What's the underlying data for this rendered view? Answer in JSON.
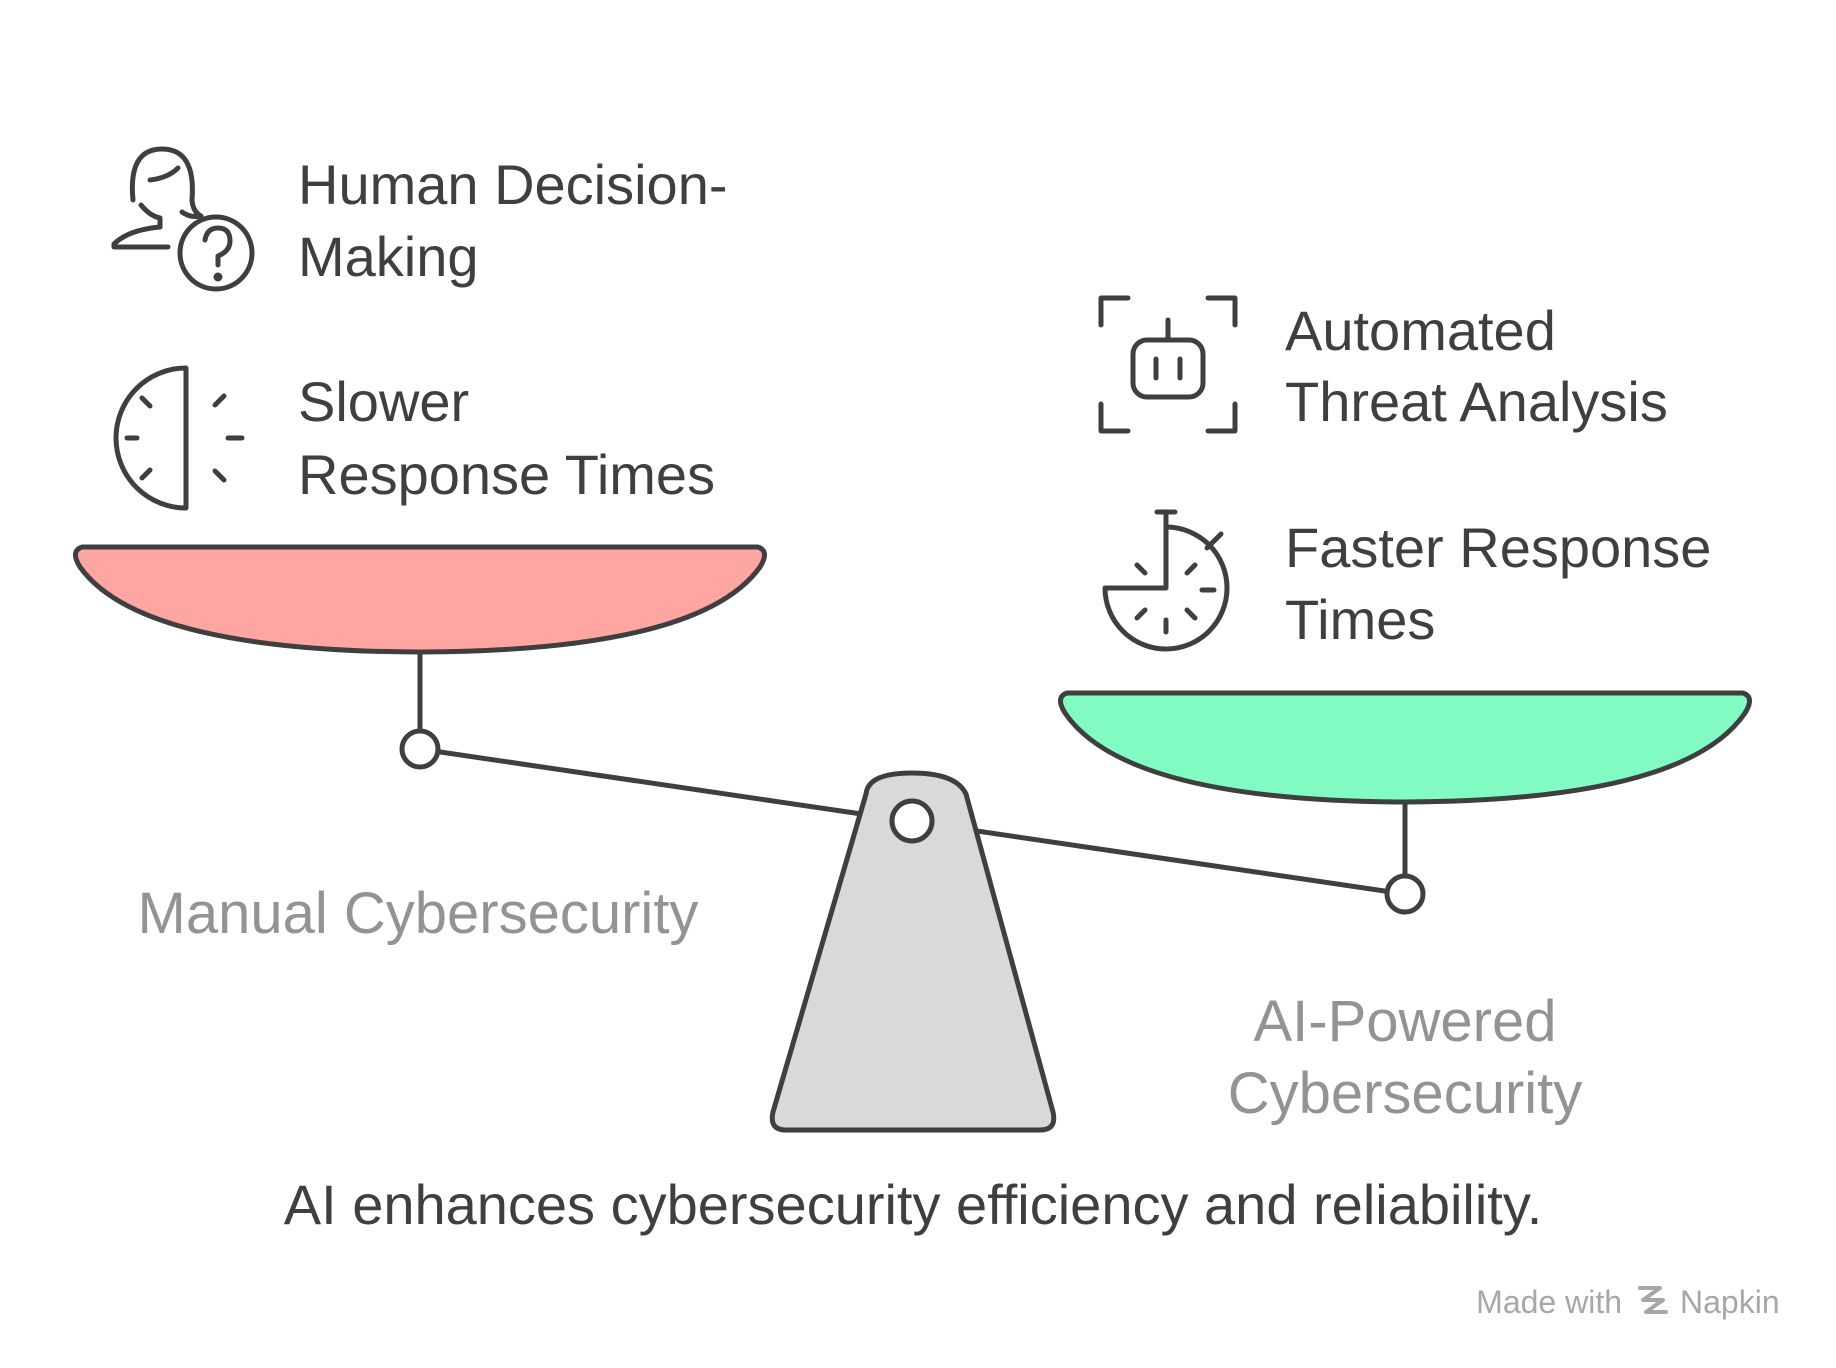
{
  "left_side": {
    "items": [
      {
        "icon": "person-question-icon",
        "lines": [
          "Human Decision-",
          "Making"
        ]
      },
      {
        "icon": "half-clock-icon",
        "lines": [
          "Slower",
          "Response Times"
        ]
      }
    ],
    "label": "Manual Cybersecurity"
  },
  "right_side": {
    "items": [
      {
        "icon": "robot-scan-icon",
        "lines": [
          "Automated",
          "Threat Analysis"
        ]
      },
      {
        "icon": "stopwatch-icon",
        "lines": [
          "Faster Response",
          "Times"
        ]
      }
    ],
    "label_lines": [
      "AI-Powered",
      "Cybersecurity"
    ]
  },
  "caption": "AI enhances cybersecurity efficiency and reliability.",
  "footer": {
    "made_with": "Made with",
    "brand": "Napkin"
  },
  "colors": {
    "left_pan": "#FFA6A3",
    "right_pan": "#82FBC3",
    "fulcrum": "#D9D9D9",
    "stroke": "#3F3F3F",
    "muted_text": "#939393",
    "footer_text": "#A7A7A7"
  }
}
